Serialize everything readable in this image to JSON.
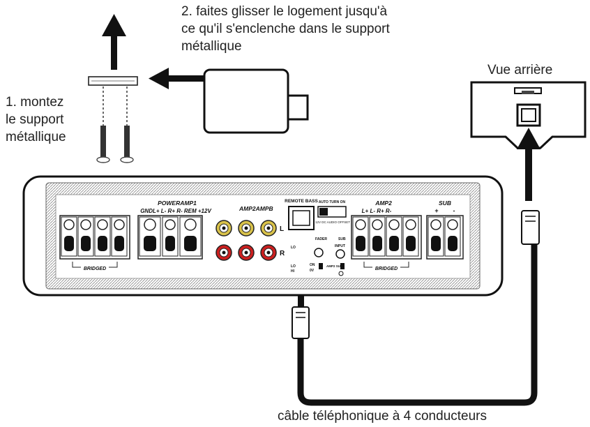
{
  "annotations": {
    "step1_line1": "1. montez",
    "step1_line2": "le support",
    "step1_line3": "métallique",
    "step2_line1": "2. faites glisser le logement jusqu'à",
    "step2_line2": "ce qu'il s'enclenche dans le support",
    "step2_line3": "métallique",
    "rear_view": "Vue arrière",
    "cable": "câble téléphonique à 4 conducteurs"
  },
  "panel": {
    "poweramp1": "POWERAMP1",
    "power_terms": "GNDL+ L- R+ R- REM +12V",
    "amp2amp": "AMP2AMP",
    "amp_suffix": "B",
    "remote_bass": "REMOTE BASS",
    "auto_turn_on": "AUTO TURN ON",
    "sw_labels": "12V DC AUDIO OFFSET",
    "fader": "FADER",
    "sub_small": "SUB",
    "input": "INPUT",
    "on": "ON",
    "amp2_sub": "AMP2 SUB",
    "amp2": "AMP2",
    "amp2_terms": "L+ L- R+ R-",
    "sub": "SUB",
    "sub_plus": "+",
    "sub_minus": "-",
    "bridged_left": "BRIDGED",
    "bridged_right": "BRIDGED",
    "rca_left": "L",
    "rca_right": "R",
    "lo1": "LO",
    "lo2": "LO",
    "hi": "HI",
    "zero_v": "0V"
  }
}
